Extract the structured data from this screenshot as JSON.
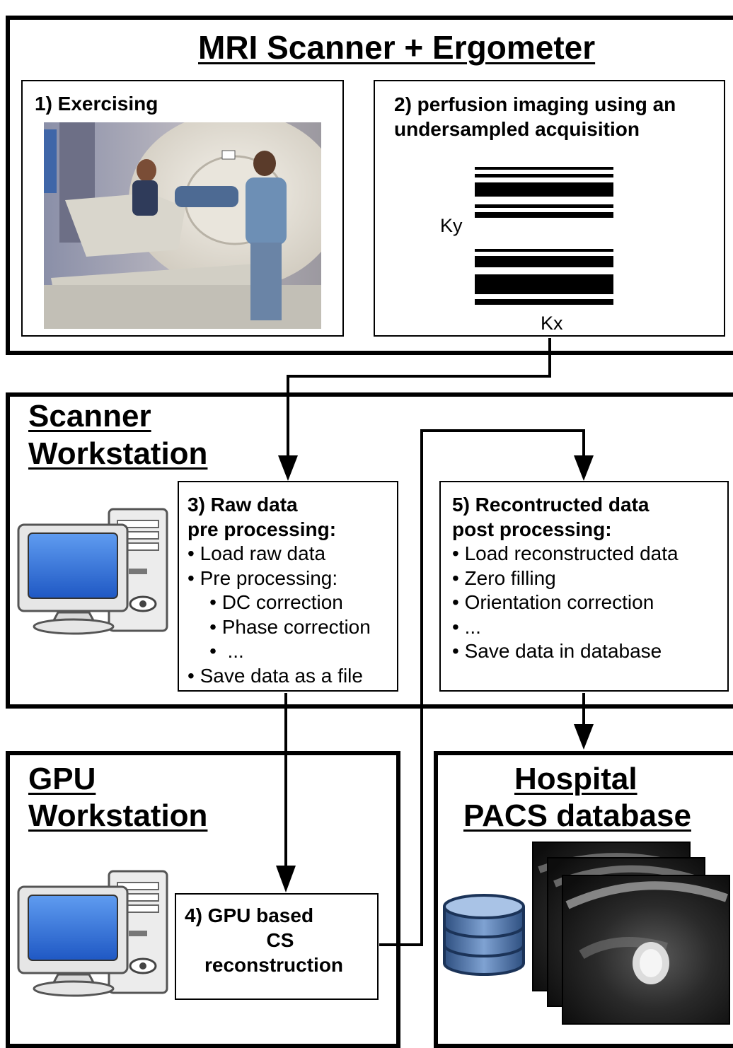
{
  "scanner_panel": {
    "title": "MRI Scanner + Ergometer",
    "exercising": {
      "label": "1) Exercising"
    },
    "perfusion": {
      "label_line1": "2) perfusion imaging using an",
      "label_line2": "undersampled acquisition",
      "ky_label": "Ky",
      "kx_label": "Kx"
    }
  },
  "scanner_workstation": {
    "title_line1": "Scanner",
    "title_line2": "Workstation",
    "raw_box": {
      "head_line1": "3) Raw data",
      "head_line2": "pre processing:",
      "items": [
        "• Load raw data",
        "• Pre processing:",
        "    • DC correction",
        "    • Phase correction",
        "    •  ...",
        "• Save data as a file"
      ]
    },
    "recon_box": {
      "head_line1": "5) Recontructed data",
      "head_line2": "post processing:",
      "items": [
        "• Load reconstructed data",
        "• Zero filling",
        "• Orientation correction",
        "• ...",
        "• Save data in database"
      ]
    }
  },
  "gpu_workstation": {
    "title_line1": "GPU",
    "title_line2": "Workstation",
    "cs_box": {
      "line1": "4) GPU based",
      "line2": "CS",
      "line3": "reconstruction"
    }
  },
  "pacs": {
    "title_line1": "Hospital",
    "title_line2": "PACS database"
  },
  "colors": {
    "monitor_blue": "#2c6fd6",
    "database_blue": "#4b73a8",
    "border": "#000000"
  }
}
